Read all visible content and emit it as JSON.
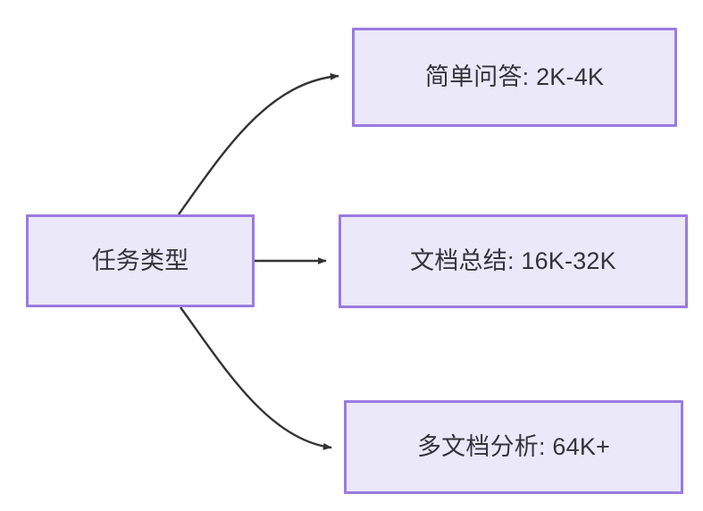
{
  "diagram": {
    "type": "flowchart",
    "direction": "left-to-right",
    "background_color": "#ffffff",
    "node_fill_color": "#ebe8fa",
    "node_border_color": "#9a7ae0",
    "node_text_color": "#33333a",
    "edge_color": "#333333",
    "root": {
      "id": "root",
      "label": "任务类型"
    },
    "branches": [
      {
        "id": "simple-qa",
        "label": "简单问答: 2K-4K",
        "task": "简单问答",
        "range": "2K-4K",
        "edge_style": "curved-up",
        "arrow": "solid-triangle"
      },
      {
        "id": "doc-summary",
        "label": "文档总结: 16K-32K",
        "task": "文档总结",
        "range": "16K-32K",
        "edge_style": "straight",
        "arrow": "solid-triangle"
      },
      {
        "id": "multi-doc",
        "label": "多文档分析: 64K+",
        "task": "多文档分析",
        "range": "64K+",
        "edge_style": "curved-down",
        "arrow": "solid-triangle"
      }
    ]
  }
}
